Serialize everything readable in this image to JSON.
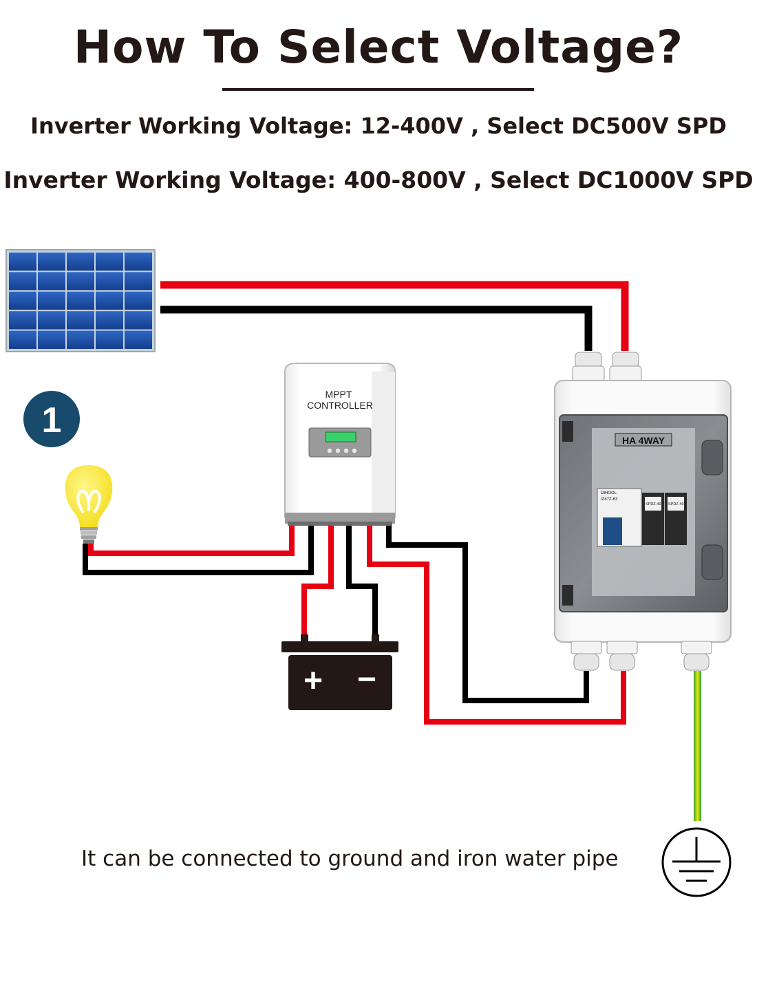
{
  "title": "How To Select Voltage?",
  "specs": [
    "Inverter Working Voltage: 12-400V , Select DC500V SPD",
    "Inverter Working Voltage: 400-800V , Select DC1000V SPD"
  ],
  "step_number": "1",
  "controller": {
    "line1": "MPPT",
    "line2": "CONTROLLER"
  },
  "combiner_box": {
    "label": "HA 4WAY",
    "breaker_brand": "DIHOOL",
    "breaker_model": "IZ47Z-63",
    "spd_model": "SPDZ-40"
  },
  "battery": {
    "positive": "+",
    "negative": "−"
  },
  "ground_note": "It can be connected to ground and iron water pipe",
  "colors": {
    "positive_wire": "#e60012",
    "negative_wire": "#000000",
    "ground_wire_yellow": "#f2e300",
    "ground_wire_green": "#2aa639",
    "step_badge": "#174a6b",
    "bulb": "#f7e62a",
    "solar_panel": "#1a4fa8"
  },
  "icons": [
    "solar-panel-icon",
    "light-bulb-icon",
    "battery-icon",
    "ground-symbol-icon",
    "mppt-controller-icon",
    "combiner-box-icon"
  ]
}
